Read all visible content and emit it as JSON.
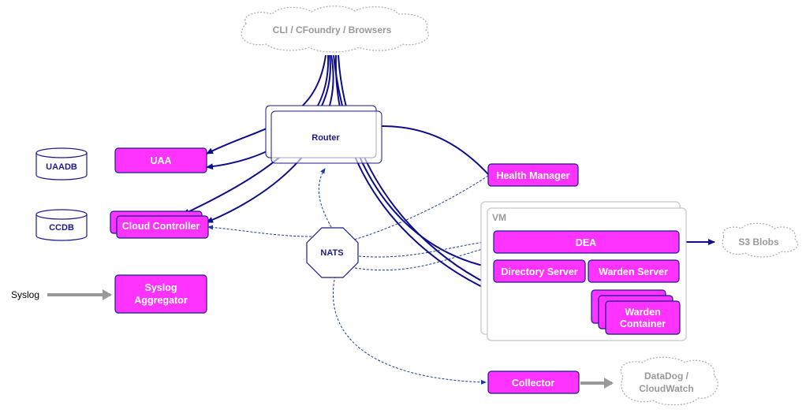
{
  "nodes": {
    "cli": "CLI / CFoundry / Browsers",
    "router": "Router",
    "uaadb": "UAADB",
    "ccdb": "CCDB",
    "uaa": "UAA",
    "cloud_controller": "Cloud Controller",
    "health_manager": "Health Manager",
    "nats": "NATS",
    "syslog": "Syslog",
    "syslog_aggregator": [
      "Syslog",
      "Aggregator"
    ],
    "vm": "VM",
    "dea": "DEA",
    "directory_server": "Directory Server",
    "warden_server": "Warden Server",
    "warden_container": [
      "Warden",
      "Container"
    ],
    "s3_blobs": "S3 Blobs",
    "collector": "Collector",
    "datadog": [
      "DataDog /",
      "CloudWatch"
    ]
  },
  "colors": {
    "component": "#ff33ff",
    "connection": "#0d0d8c",
    "cloud_text": "#999999"
  }
}
